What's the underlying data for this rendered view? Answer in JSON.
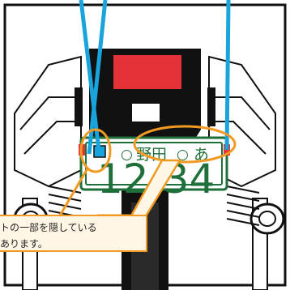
{
  "plate": {
    "region": "野田",
    "kana": "あ",
    "number": "12-34",
    "dot": "○"
  },
  "callout": {
    "line1": "トの一部を隠している",
    "line2": "あります。"
  },
  "colors": {
    "plate_green": "#1f6f3a",
    "strap_blue": "#19a4dd",
    "highlight_orange": "#f09a23",
    "tail_red": "#e53237",
    "callout_bg": "#fff6e5"
  }
}
